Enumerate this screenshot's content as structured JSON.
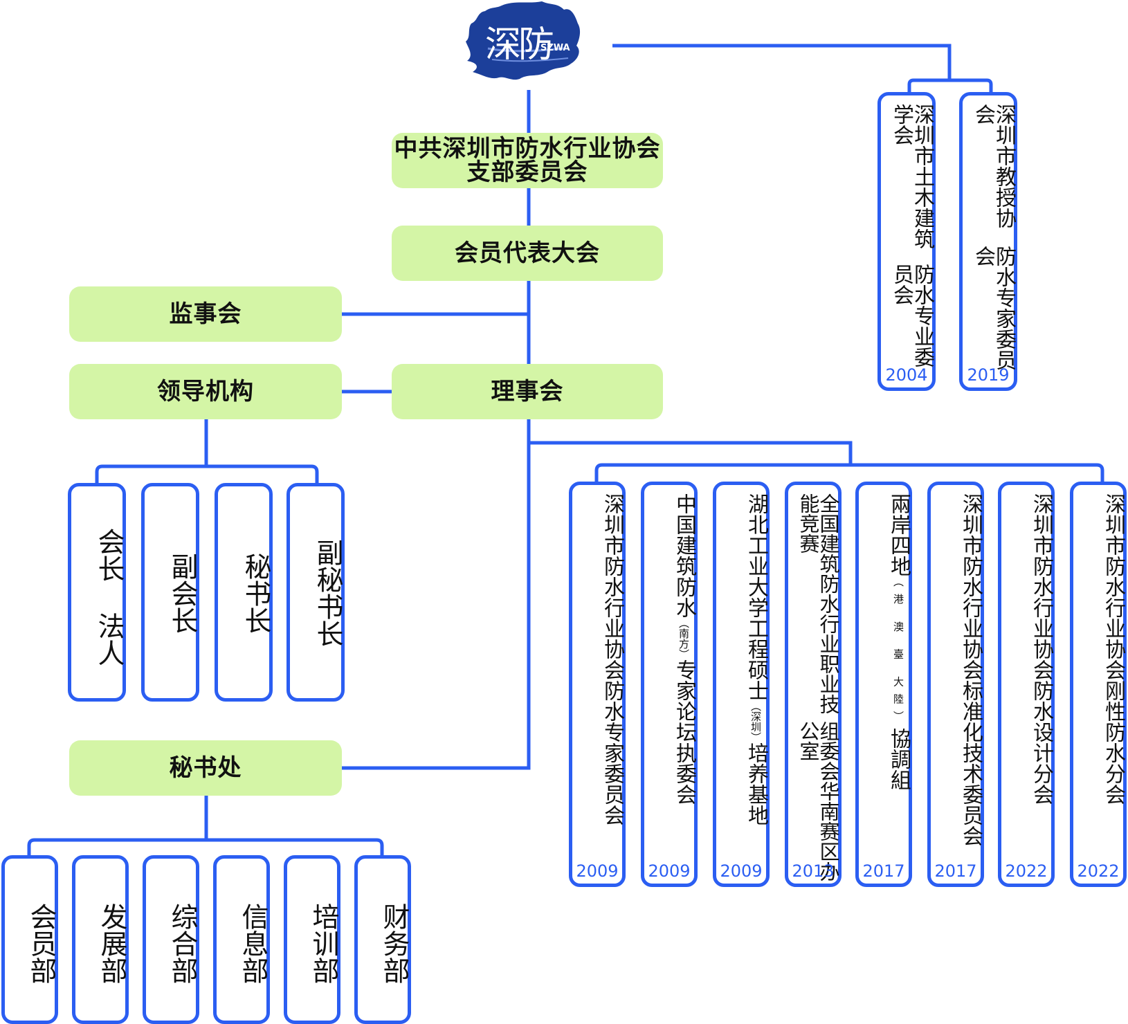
{
  "logo": {
    "main": "深防",
    "sub": "SZWA"
  },
  "party_branch": {
    "line1": "中共深圳市防水行业协会",
    "line2": "支部委员会"
  },
  "congress": "会员代表大会",
  "supervisory": "监事会",
  "leadership": "领导机构",
  "council": "理事会",
  "secretariat": "秘书处",
  "leaders": [
    {
      "col1": "会长",
      "col2": "法人"
    },
    {
      "col1": "副会长"
    },
    {
      "col1": "秘书长"
    },
    {
      "col1": "副秘书长"
    }
  ],
  "departments": [
    "会员部",
    "发展部",
    "综合部",
    "信息部",
    "培训部",
    "财务部"
  ],
  "partners": [
    {
      "col_right": "深圳市土木建筑学会",
      "col_left": "防水专业委员会",
      "year": "2004"
    },
    {
      "col_right": "深圳市教授协会",
      "col_left": "防水专家委员会",
      "year": "2019"
    }
  ],
  "branches": [
    {
      "text": "深圳市防水行业协会防水专家委员会",
      "year": "2009"
    },
    {
      "before": "中国建筑防水",
      "small": "（南方）",
      "after": "专家论坛执委会",
      "year": "2009"
    },
    {
      "before": "湖北工业大学工程硕士",
      "small": "（深圳）",
      "after": "培养基地",
      "year": "2009"
    },
    {
      "col_right": "全国建筑防水行业职业技能竞赛",
      "col_left": "组委会华南赛区办公室",
      "year": "2013"
    },
    {
      "before": "兩岸四地",
      "small": "（港 澳 臺 大陸）",
      "after": "協調組",
      "year": "2017"
    },
    {
      "text": "深圳市防水行业协会标准化技术委员会",
      "year": "2017"
    },
    {
      "text": "深圳市防水行业协会防水设计分会",
      "year": "2022"
    },
    {
      "text": "深圳市防水行业协会刚性防水分会",
      "year": "2022"
    }
  ],
  "colors": {
    "line": "#2b5ef2",
    "box_fill": "#d4f5a6",
    "logo": "#1c3f9a"
  }
}
